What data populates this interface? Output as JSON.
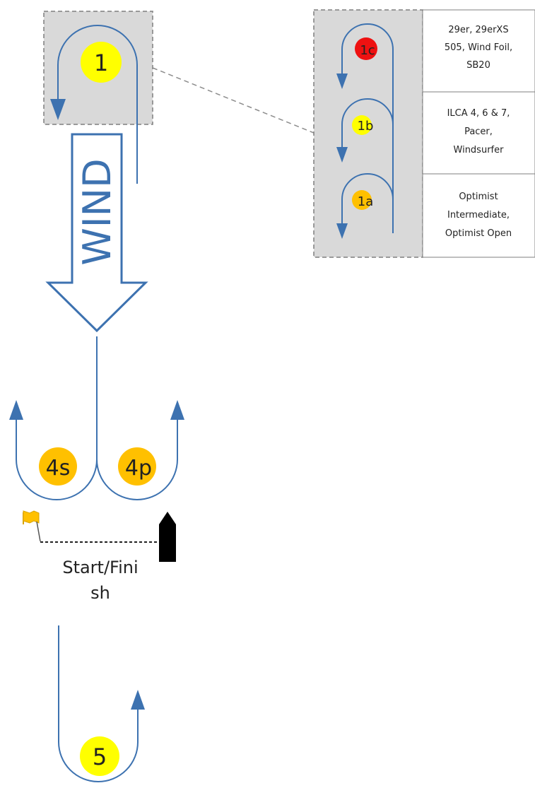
{
  "wind_label": "WIND",
  "start_finish_label_line1": "Start/Fini",
  "start_finish_label_line2": "sh",
  "marks": {
    "m1": "1",
    "m1c": "1c",
    "m1b": "1b",
    "m1a": "1a",
    "m4s": "4s",
    "m4p": "4p",
    "m5": "5"
  },
  "classes": {
    "row_1c": [
      "29er, 29erXS",
      "505, Wind Foil,",
      "SB20"
    ],
    "row_1b": [
      "ILCA 4, 6 & 7,",
      "Pacer,",
      "Windsurfer"
    ],
    "row_1a": [
      "Optimist",
      "Intermediate,",
      "Optimist Open"
    ]
  },
  "colors": {
    "course_line": "#3d72b0",
    "mark_yellow": "#ffff00",
    "mark_red": "#ee1111",
    "mark_orange": "#ffc000",
    "inset_fill": "#d9d9d9",
    "flag": "#ffc000",
    "committee_boat": "#000000"
  }
}
